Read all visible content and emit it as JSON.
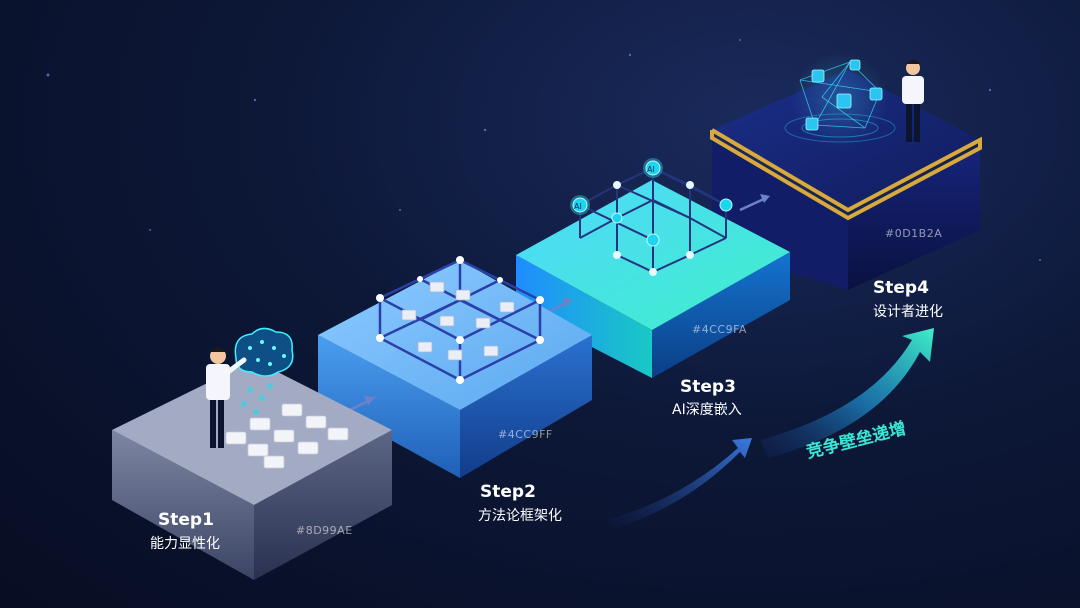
{
  "steps": [
    {
      "title": "Step1",
      "subtitle": "能力显性化",
      "color_code": "#8D99AE"
    },
    {
      "title": "Step2",
      "subtitle": "方法论框架化",
      "color_code": "#4CC9FF"
    },
    {
      "title": "Step3",
      "subtitle": "AI深度嵌入",
      "color_code": "#4CC9FA"
    },
    {
      "title": "Step4",
      "subtitle": "设计者进化",
      "color_code": "#0D1B2A"
    }
  ],
  "arrow_label": "竞争壁垒递增",
  "node_labels": {
    "ai": "AI"
  },
  "colors": {
    "background": "#0b1530",
    "step1_top": "#a3abc4",
    "step2_top": "#7fc6ff",
    "step3_top": "#3fe0d8",
    "step4_top": "#14246a",
    "gold": "#d9a93b",
    "arrow": "#32e0c8"
  }
}
